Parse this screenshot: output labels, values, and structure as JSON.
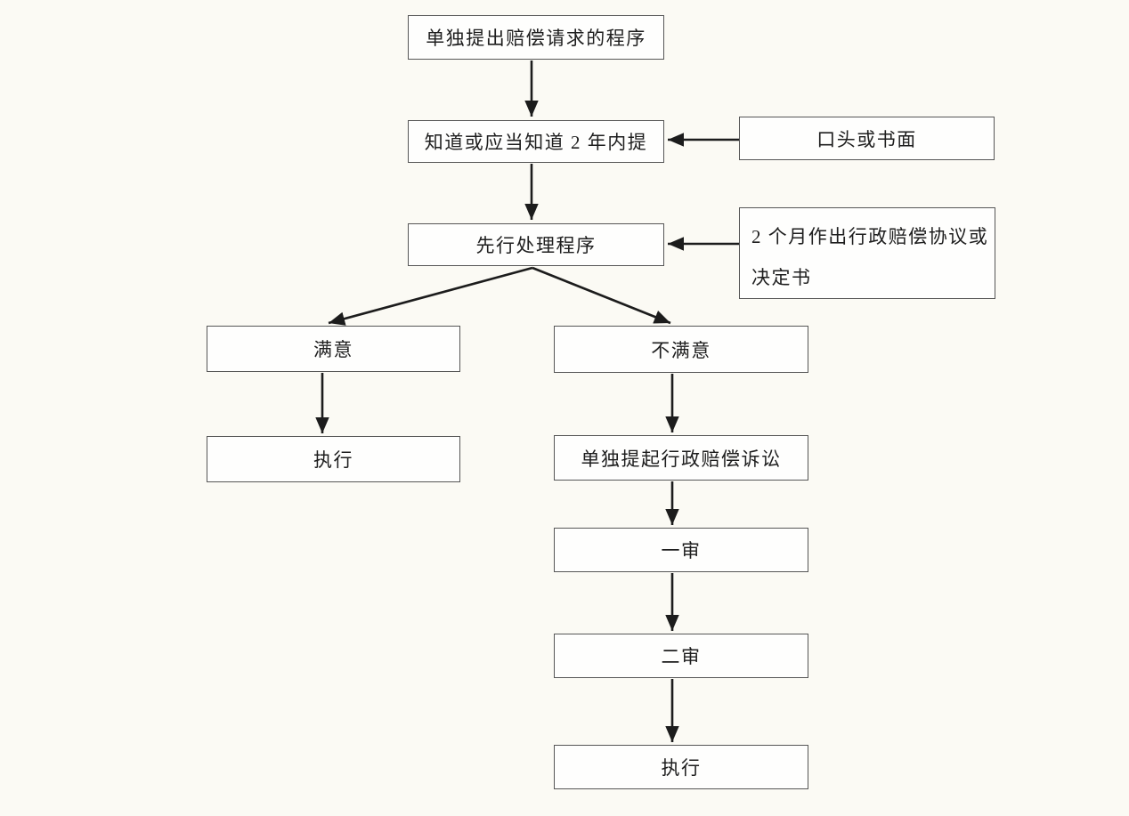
{
  "diagram": {
    "type": "flowchart",
    "language": "zh-CN",
    "nodes": {
      "start": "单独提出赔偿请求的程序",
      "deadline": "知道或应当知道 2 年内提",
      "oral_written": "口头或书面",
      "prior_procedure": "先行处理程序",
      "two_months_line1": "2 个月作出行政赔偿协议或",
      "two_months_line2": "决定书",
      "satisfied": "满意",
      "unsatisfied": "不满意",
      "execute_left": "执行",
      "lawsuit": "单独提起行政赔偿诉讼",
      "first_instance": "一审",
      "second_instance": "二审",
      "execute_right": "执行"
    },
    "edges": [
      {
        "from": "start",
        "to": "deadline"
      },
      {
        "from": "oral_written",
        "to": "deadline"
      },
      {
        "from": "deadline",
        "to": "prior_procedure"
      },
      {
        "from": "two_months",
        "to": "prior_procedure"
      },
      {
        "from": "prior_procedure",
        "to": "satisfied"
      },
      {
        "from": "prior_procedure",
        "to": "unsatisfied"
      },
      {
        "from": "satisfied",
        "to": "execute_left"
      },
      {
        "from": "unsatisfied",
        "to": "lawsuit"
      },
      {
        "from": "lawsuit",
        "to": "first_instance"
      },
      {
        "from": "first_instance",
        "to": "second_instance"
      },
      {
        "from": "second_instance",
        "to": "execute_right"
      }
    ],
    "colors": {
      "background": "#fbfaf4",
      "node_fill": "#fefefd",
      "node_border": "#565656",
      "arrow": "#1c1c1c"
    }
  }
}
